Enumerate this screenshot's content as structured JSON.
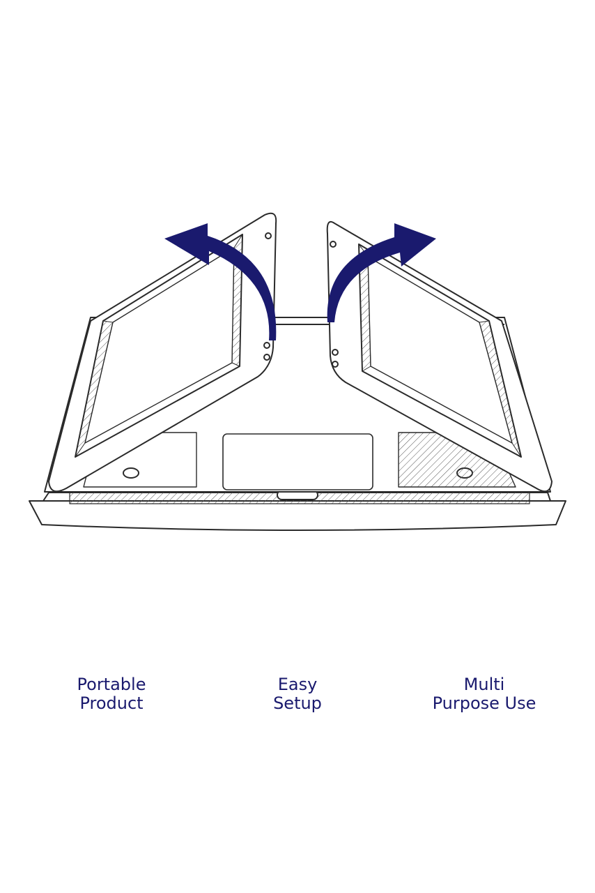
{
  "colors": {
    "accent": "#1a1a6e",
    "line": "#2a2a2a",
    "background": "#ffffff"
  },
  "illustration": {
    "subject": "foldable stand with panels opening outward",
    "arrows": [
      "curved-arrow-icon",
      "curved-arrow-icon"
    ]
  },
  "features": [
    {
      "line1": "Portable",
      "line2": "Product"
    },
    {
      "line1": "Easy",
      "line2": "Setup"
    },
    {
      "line1": "Multi",
      "line2": "Purpose Use"
    }
  ]
}
